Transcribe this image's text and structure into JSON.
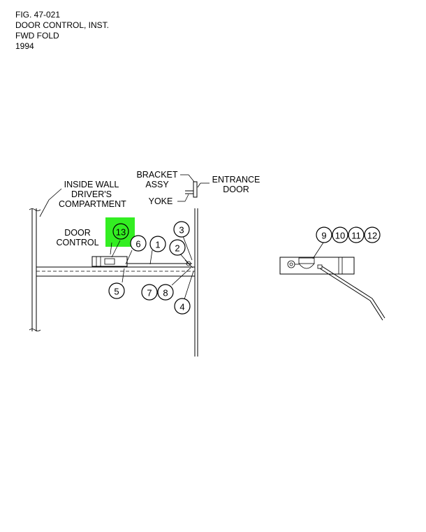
{
  "header": {
    "fig": "FIG. 47-021",
    "title": "DOOR CONTROL, INST.",
    "subtitle": "FWD FOLD",
    "year": "1994"
  },
  "labels": {
    "inside_wall_1": "INSIDE WALL",
    "inside_wall_2": "DRIVER'S",
    "inside_wall_3": "COMPARTMENT",
    "door_control_1": "DOOR",
    "door_control_2": "CONTROL",
    "bracket_1": "BRACKET",
    "bracket_2": "ASSY",
    "yoke": "YOKE",
    "entrance_1": "ENTRANCE",
    "entrance_2": "DOOR"
  },
  "callouts": [
    "1",
    "2",
    "3",
    "4",
    "5",
    "6",
    "7",
    "8",
    "9",
    "10",
    "11",
    "12",
    "13"
  ],
  "colors": {
    "highlight": "#33ee22"
  }
}
